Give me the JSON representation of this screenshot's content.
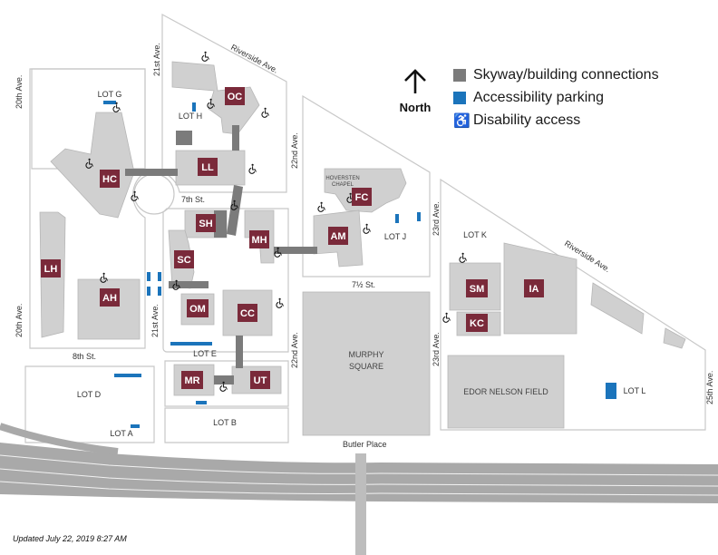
{
  "colors": {
    "building": "#d0d0d0",
    "building_edge": "#b6b6b6",
    "label_box": "#7a2a3a",
    "skyway": "#7b7b7b",
    "parking": "#1b74bb",
    "block_edge": "#c8c8c8",
    "road": "#a9a9a9",
    "road_line": "#f2f2f2"
  },
  "legend": {
    "skyway": "Skyway/building connections",
    "parking": "Accessibility parking",
    "access": "Disability access",
    "access_icon": "wheelchair-icon"
  },
  "north": {
    "label": "North",
    "icon": "arrow-up-icon"
  },
  "updated": "Updated July 22, 2019 8:27 AM",
  "streets": {
    "riverside_top": "Riverside Ave.",
    "riverside_right": "Riverside Ave.",
    "ave20_top": "20th Ave.",
    "ave20_bottom": "20th Ave.",
    "ave21_top": "21st Ave.",
    "ave21_mid": "21st Ave.",
    "ave22_top": "22nd Ave.",
    "ave22_bottom": "22nd Ave.",
    "ave23_top": "23rd Ave.",
    "ave23_bottom": "23rd Ave.",
    "ave25": "25th Ave.",
    "st7": "7th St.",
    "st7half": "7½ St.",
    "st8": "8th St.",
    "butler": "Butler Place"
  },
  "lots": {
    "g": "LOT G",
    "h": "LOT H",
    "j": "LOT J",
    "k": "LOT K",
    "d": "LOT D",
    "e": "LOT E",
    "a": "LOT A",
    "b": "LOT B",
    "l": "LOT L"
  },
  "buildings": {
    "oc": "OC",
    "ll": "LL",
    "hc": "HC",
    "fc": "FC",
    "am": "AM",
    "sh": "SH",
    "mh": "MH",
    "sc": "SC",
    "lh": "LH",
    "ah": "AH",
    "om": "OM",
    "cc": "CC",
    "mr": "MR",
    "ut": "UT",
    "sm": "SM",
    "ia": "IA",
    "kc": "KC"
  },
  "places": {
    "chapel_1": "HOVERSTEN",
    "chapel_2": "CHAPEL",
    "murphy_1": "MURPHY",
    "murphy_2": "SQUARE",
    "field": "EDOR NELSON FIELD"
  }
}
